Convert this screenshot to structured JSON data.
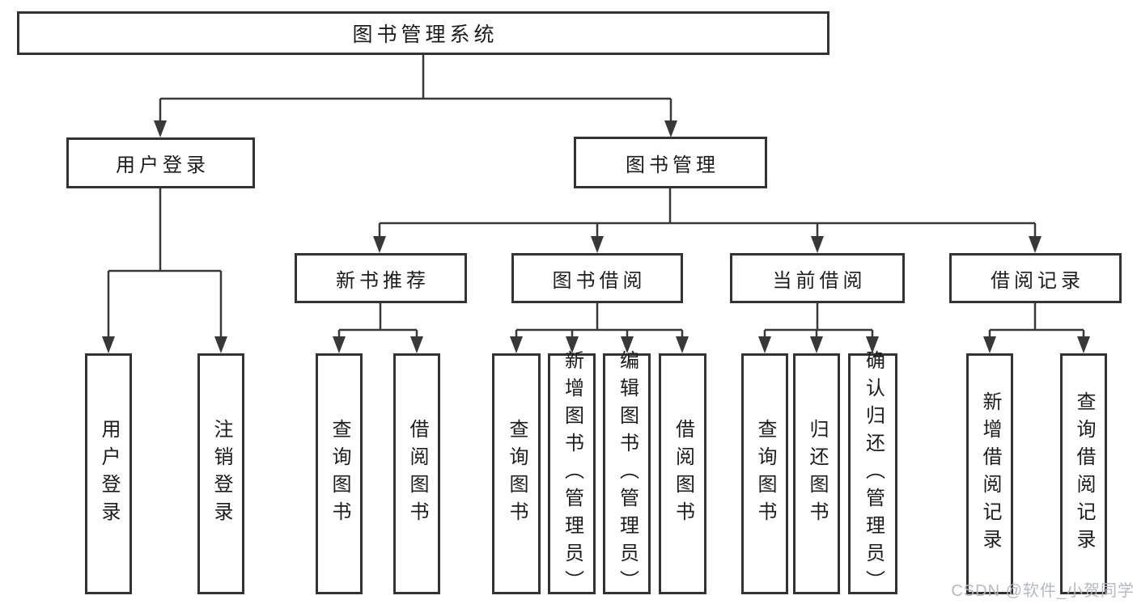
{
  "tree": {
    "root": "图书管理系统",
    "user_login": {
      "label": "用户登录",
      "children": [
        "用户登录",
        "注销登录"
      ]
    },
    "book_management": {
      "label": "图书管理",
      "groups": [
        {
          "label": "新书推荐",
          "children": [
            "查询图书",
            "借阅图书"
          ]
        },
        {
          "label": "图书借阅",
          "children": [
            "查询图书",
            "新增图书（管理员）",
            "编辑图书（管理员）",
            "借阅图书"
          ]
        },
        {
          "label": "当前借阅",
          "children": [
            "查询图书",
            "归还图书",
            "确认归还（管理员）"
          ]
        },
        {
          "label": "借阅记录",
          "children": [
            "新增借阅记录",
            "查询借阅记录"
          ]
        }
      ]
    }
  },
  "watermark": "CSDN @软件_小贺同学"
}
